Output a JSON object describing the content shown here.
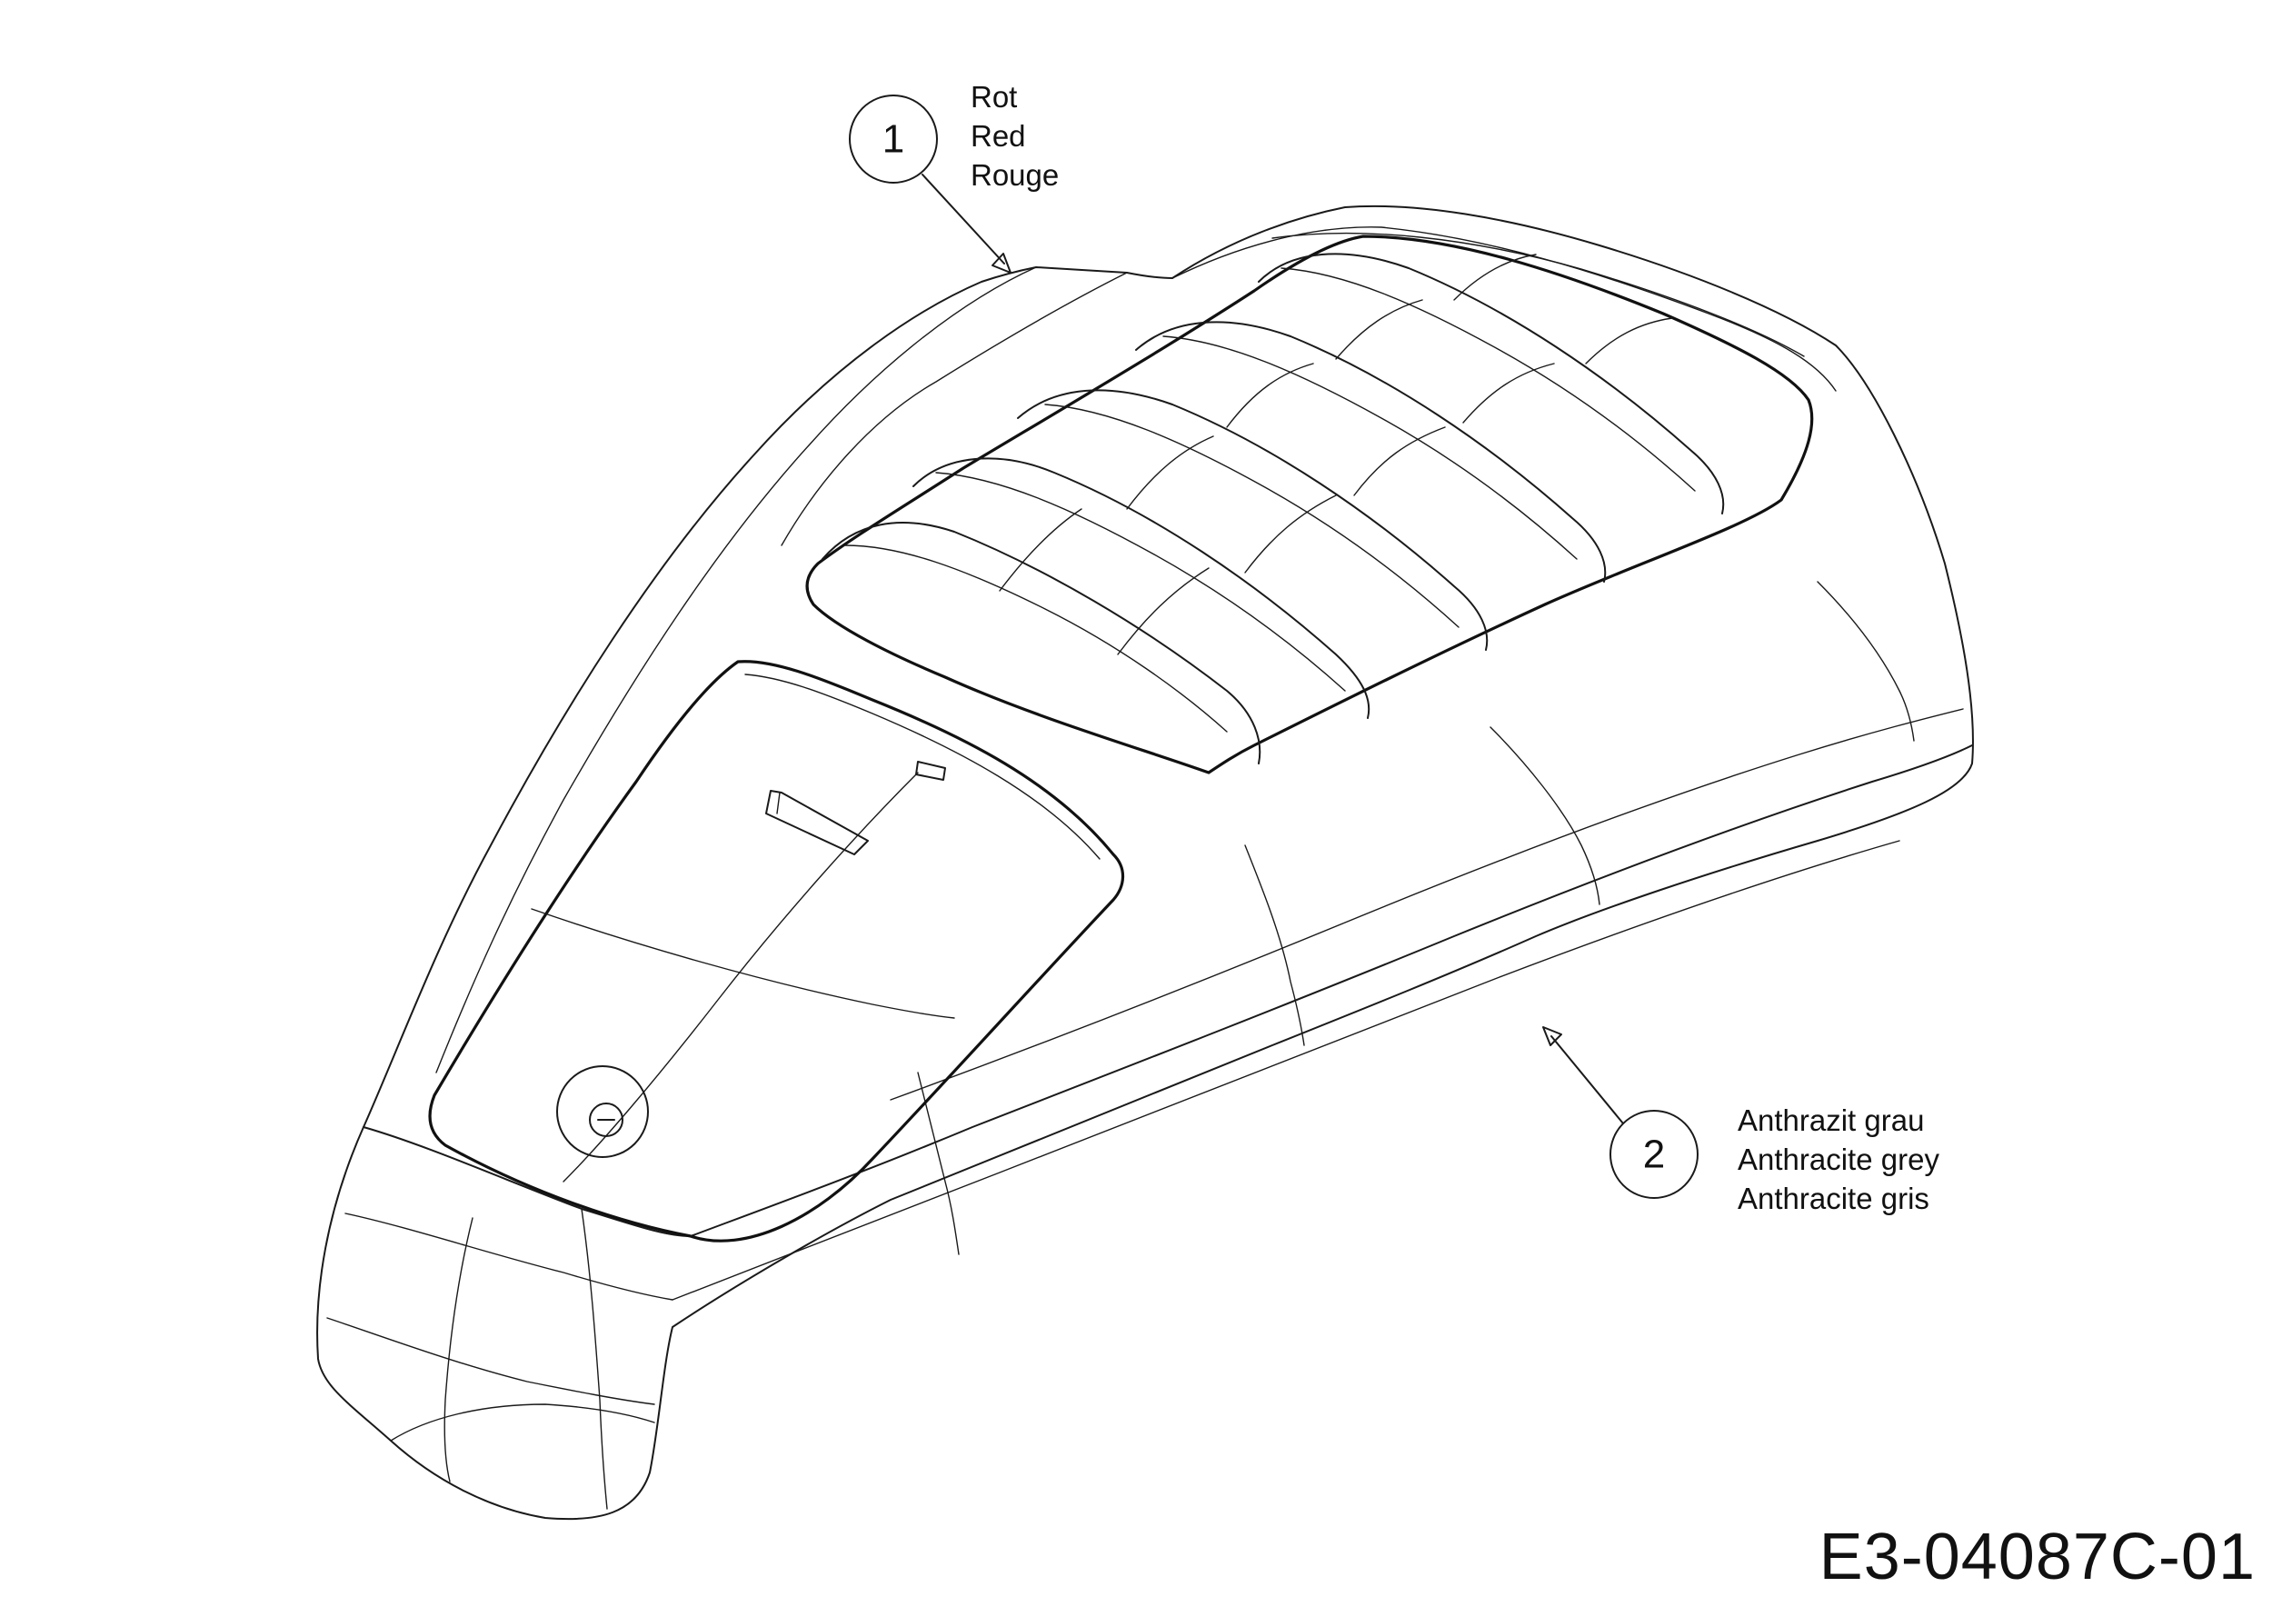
{
  "callouts": [
    {
      "number": "1",
      "lines": [
        "Rot",
        "Red",
        "Rouge"
      ]
    },
    {
      "number": "2",
      "lines": [
        "Anthrazit grau",
        "Anthracite grey",
        "Anthracite gris"
      ]
    }
  ],
  "drawing_code": "E3-04087C-01",
  "colors": {
    "line": "#1a1a1a",
    "background": "#ffffff"
  }
}
